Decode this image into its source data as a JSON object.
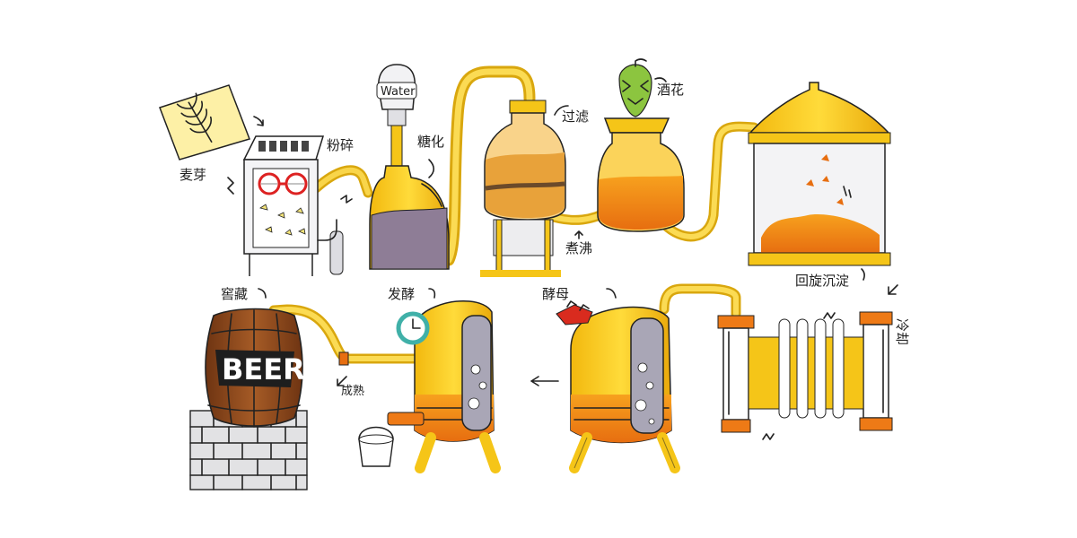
{
  "labels": {
    "malt": "麦芽",
    "milling": "粉碎",
    "water": "Water",
    "mashing": "糖化",
    "lautering": "过滤",
    "hops": "酒花",
    "boiling": "煮沸",
    "whirlpool": "回旋沉淀",
    "cooling": "冷却",
    "yeast": "酵母",
    "fermentation": "发酵",
    "maturation": "成熟",
    "storage": "窖藏",
    "barrel_text": "BEER"
  },
  "colors": {
    "pipe": "#F5C518",
    "pipe_dark": "#D9A70E",
    "wort_gray": "#8E7D96",
    "wort_amber": "#E8A23A",
    "wort_orange": "#EE7A16",
    "barrel": "#8B4A1E",
    "brick": "#D9D9D9"
  },
  "icons": {
    "malt": "wheat-icon",
    "hops": "hop-cone-icon",
    "gauge": "clock-gauge-icon",
    "bucket": "bucket-icon"
  }
}
